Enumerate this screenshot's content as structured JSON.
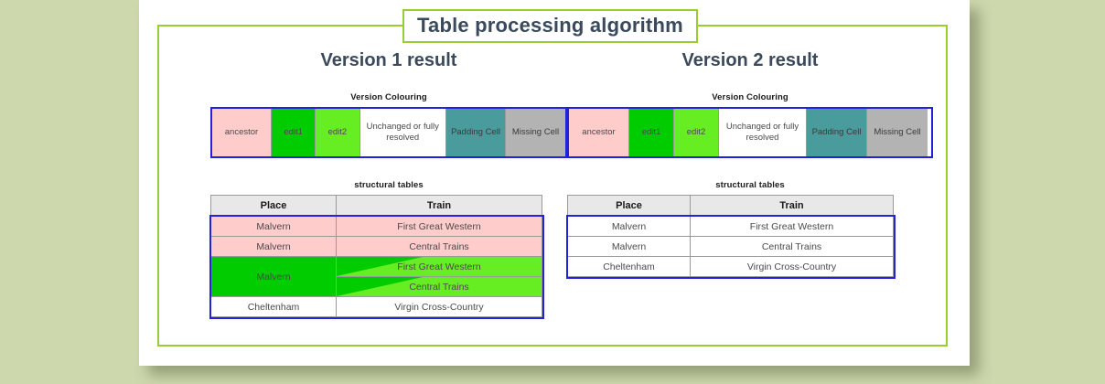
{
  "slide": {
    "title": "Table processing algorithm",
    "background_color": "#ced8ad",
    "frame_color": "#9acd32",
    "title_color": "#3a4a5c"
  },
  "panels": [
    {
      "heading": "Version 1 result",
      "legend_label": "Version Colouring",
      "table_label": "structural tables",
      "legend": {
        "border_color": "#2222dd",
        "cells": [
          {
            "label": "ancestor",
            "color": "#ffcccc"
          },
          {
            "label": "edit1",
            "color": "#00cc00"
          },
          {
            "label": "edit2",
            "color": "#66ee22"
          },
          {
            "label": "Unchanged or fully resolved",
            "color": "#ffffff"
          },
          {
            "label": "Padding Cell",
            "color": "#4a9b9b"
          },
          {
            "label": "Missing Cell",
            "color": "#b3b3b3"
          }
        ]
      },
      "table": {
        "headers": [
          "Place",
          "Train"
        ],
        "rows": [
          {
            "place": "Malvern",
            "train": "First Great Western",
            "style": "pink"
          },
          {
            "place": "Malvern",
            "train": "Central Trains",
            "style": "pink"
          },
          {
            "place": "Malvern",
            "train": "First Great Western",
            "style": "merged-green-top"
          },
          {
            "place": "",
            "train": "Central Trains",
            "style": "merged-green-bottom"
          },
          {
            "place": "Cheltenham",
            "train": "Virgin Cross-Country",
            "style": "white"
          }
        ]
      }
    },
    {
      "heading": "Version 2 result",
      "legend_label": "Version Colouring",
      "table_label": "structural tables",
      "legend": {
        "border_color": "#2222dd",
        "cells": [
          {
            "label": "ancestor",
            "color": "#ffcccc"
          },
          {
            "label": "edit1",
            "color": "#00cc00"
          },
          {
            "label": "edit2",
            "color": "#66ee22"
          },
          {
            "label": "Unchanged or fully resolved",
            "color": "#ffffff"
          },
          {
            "label": "Padding Cell",
            "color": "#4a9b9b"
          },
          {
            "label": "Missing Cell",
            "color": "#b3b3b3"
          }
        ]
      },
      "table": {
        "headers": [
          "Place",
          "Train"
        ],
        "rows": [
          {
            "place": "Malvern",
            "train": "First Great Western",
            "style": "white"
          },
          {
            "place": "Malvern",
            "train": "Central Trains",
            "style": "white"
          },
          {
            "place": "Cheltenham",
            "train": "Virgin Cross-Country",
            "style": "white"
          }
        ]
      }
    }
  ]
}
